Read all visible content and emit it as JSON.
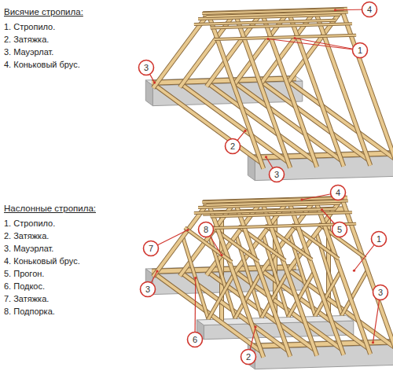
{
  "diagram": {
    "labels": [
      "Висячие стропила:",
      "1. Стропило.",
      "2. Затяжка.",
      "3. Мауэрлат.",
      "4. Коньковый брус.",
      "4",
      "1",
      "3",
      "2",
      "3",
      "Наслонные стропила:",
      "1. Стропило.",
      "2. Затяжка.",
      "3. Мауэрлат.",
      "4. Коньковый брус.",
      "5. Прогон.",
      "6. Подкос.",
      "7. Затяжка.",
      "8. Подпорка.",
      "4",
      "8",
      "5",
      "7",
      "1",
      "3",
      "3",
      "6",
      "2"
    ]
  }
}
